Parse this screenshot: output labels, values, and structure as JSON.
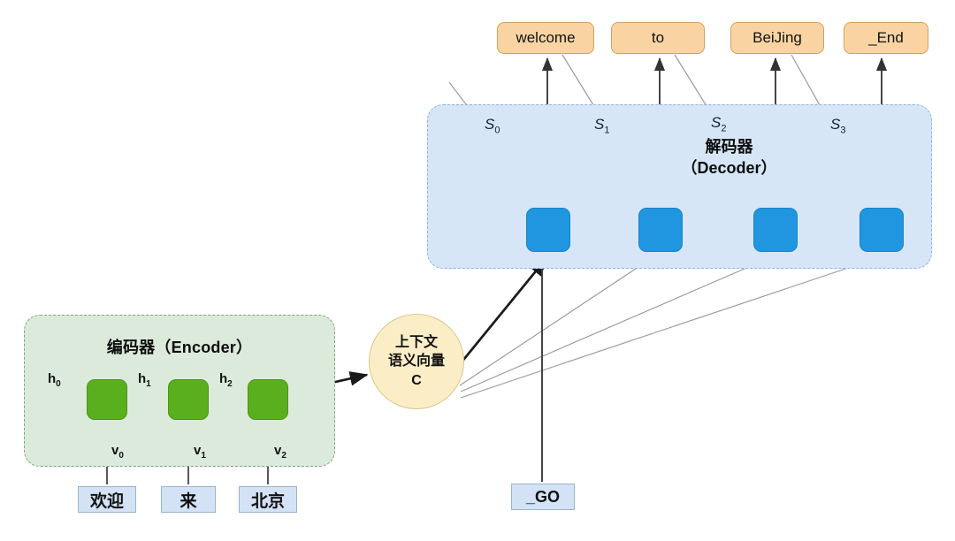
{
  "diagram": {
    "title": "Seq2Seq Encoder-Decoder with Context Vector",
    "encoder": {
      "panel_label": "编码器（Encoder）",
      "cells": [
        "encoder-cell-0",
        "encoder-cell-1",
        "encoder-cell-2"
      ],
      "hidden_state_labels": [
        "h",
        "h",
        "h"
      ],
      "hidden_state_subs": [
        "0",
        "1",
        "2"
      ],
      "input_vector_labels": [
        "v",
        "v",
        "v"
      ],
      "input_vector_subs": [
        "0",
        "1",
        "2"
      ],
      "input_tokens": [
        "欢迎",
        "来",
        "北京"
      ]
    },
    "context": {
      "line1": "上下文",
      "line2": "语义向量",
      "line3": "C"
    },
    "decoder": {
      "panel_label_line1": "解码器",
      "panel_label_line2": "（Decoder）",
      "cells": [
        "decoder-cell-0",
        "decoder-cell-1",
        "decoder-cell-2",
        "decoder-cell-3"
      ],
      "state_labels": [
        "S",
        "S",
        "S",
        "S"
      ],
      "state_subs": [
        "0",
        "1",
        "2",
        "3"
      ],
      "output_tokens": [
        "welcome",
        "to",
        "BeiJing",
        "_End"
      ],
      "start_token": "_GO"
    },
    "colors": {
      "encoder_panel_fill": "#dceadb",
      "encoder_panel_border": "#7aa874",
      "encoder_cell": "#5aaf1e",
      "decoder_panel_fill": "#d6e6f7",
      "decoder_panel_border": "#8fb4da",
      "decoder_cell": "#2096e0",
      "context_fill": "#fbeec6",
      "context_border": "#d8c78a",
      "input_token_fill": "#d3e2f5",
      "output_token_fill": "#f9d4a2",
      "arrow_dark": "#1a1a1a",
      "arrow_gray": "#9a9a9a"
    }
  }
}
